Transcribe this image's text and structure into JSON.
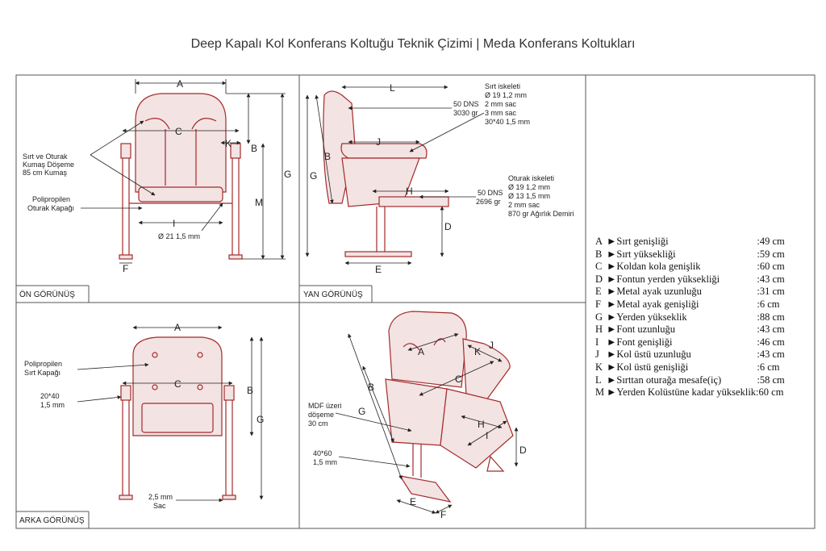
{
  "title": "Deep Kapalı Kol Konferans Koltuğu Teknik Çizimi | Meda Konferans Koltukları",
  "views": {
    "front": "ÖN GÖRÜNÜŞ",
    "side": "YAN GÖRÜNÜŞ",
    "back": "ARKA GÖRÜNÜŞ"
  },
  "front_labels": {
    "fabric_1": "Sırt ve Oturak",
    "fabric_2": "Kumaş Döşeme",
    "fabric_3": "85 cm Kumaş",
    "seat_cover_1": "Polipropilen",
    "seat_cover_2": "Oturak Kapağı",
    "pipe": "Ø 21 1,5 mm"
  },
  "side_labels": {
    "back_frame_1": "Sırt iskeleti",
    "back_frame_2": "Ø 19 1,2 mm",
    "back_frame_3": "2 mm sac",
    "back_frame_4": "3 mm sac",
    "back_frame_5": "30*40 1,5 mm",
    "back_foam_1": "50 DNS",
    "back_foam_2": "3030 gr",
    "seat_frame_1": "Oturak iskeleti",
    "seat_frame_2": "Ø 19 1,2 mm",
    "seat_frame_3": "Ø 13 1,5 mm",
    "seat_frame_4": "2 mm sac",
    "seat_frame_5": "870 gr Ağırlık Demiri",
    "seat_foam_1": "50 DNS",
    "seat_foam_2": "2696 gr"
  },
  "back_labels": {
    "back_cover_1": "Polipropilen",
    "back_cover_2": "Sırt Kapağı",
    "profile_1": "20*40",
    "profile_2": "1,5 mm",
    "sheet_1": "2,5 mm",
    "sheet_2": "Sac"
  },
  "iso_labels": {
    "mdf_1": "MDF üzeri",
    "mdf_2": "döşeme",
    "mdf_3": "30 cm",
    "leg_1": "40*60",
    "leg_2": "1,5 mm"
  },
  "dimension_letters": {
    "A": "A",
    "B": "B",
    "C": "C",
    "D": "D",
    "E": "E",
    "F": "F",
    "G": "G",
    "H": "H",
    "I": "I",
    "J": "J",
    "K": "K",
    "L": "L",
    "M": "M"
  },
  "legend": [
    {
      "key": "A",
      "name": "Sırt genişliği",
      "value": ":49 cm"
    },
    {
      "key": "B",
      "name": "Sırt yüksekliği",
      "value": ":59 cm"
    },
    {
      "key": "C",
      "name": "Koldan kola genişlik",
      "value": ":60 cm"
    },
    {
      "key": "D",
      "name": "Fontun yerden yüksekliği",
      "value": ":43 cm"
    },
    {
      "key": "E",
      "name": "Metal ayak uzunluğu",
      "value": ":31 cm"
    },
    {
      "key": "F",
      "name": "Metal ayak genişliği",
      "value": ":6 cm"
    },
    {
      "key": "G",
      "name": "Yerden yükseklik",
      "value": ":88 cm"
    },
    {
      "key": "H",
      "name": "Font uzunluğu",
      "value": ":43 cm"
    },
    {
      "key": "I",
      "name": "Font genişliği",
      "value": ":46 cm"
    },
    {
      "key": "J",
      "name": "Kol üstü uzunluğu",
      "value": ":43 cm"
    },
    {
      "key": "K",
      "name": "Kol üstü genişliği",
      "value": ":6 cm"
    },
    {
      "key": "L",
      "name": "Sırttan oturağa mesafe(iç)",
      "value": ":58 cm"
    },
    {
      "key": "M",
      "name": "Yerden Kolüstüne kadar yükseklik",
      "value": ":60 cm"
    }
  ],
  "colors": {
    "chair_line": "#a42a2a",
    "chair_fill": "#f3e3e3"
  }
}
